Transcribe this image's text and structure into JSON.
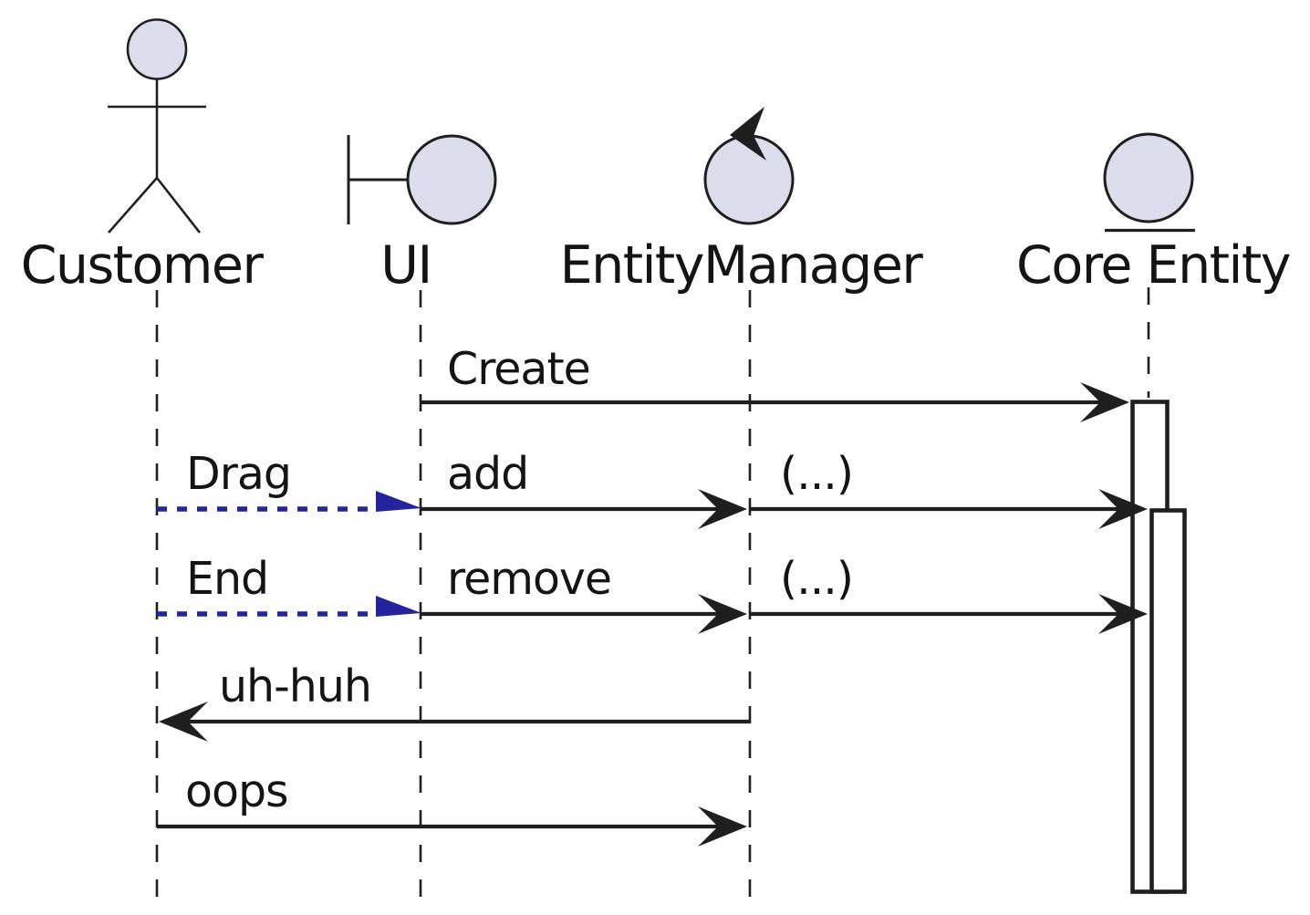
{
  "diagram": {
    "kind": "uml-sequence-diagram"
  },
  "participants": [
    {
      "name": "Customer",
      "icon": "actor-icon"
    },
    {
      "name": "UI",
      "icon": "boundary-icon"
    },
    {
      "name": "EntityManager",
      "icon": "control-icon"
    },
    {
      "name": "Core Entity",
      "icon": "entity-icon"
    }
  ],
  "messages": [
    {
      "label": "Create",
      "from": "UI",
      "to": "Core Entity",
      "style": "solid-black"
    },
    {
      "label": "Drag",
      "from": "Customer",
      "to": "UI",
      "style": "dotted-blue"
    },
    {
      "label": "add",
      "from": "UI",
      "to": "EntityManager",
      "style": "solid-black"
    },
    {
      "label": "(...)",
      "from": "EntityManager",
      "to": "Core Entity",
      "style": "solid-black"
    },
    {
      "label": "End",
      "from": "Customer",
      "to": "UI",
      "style": "dotted-blue"
    },
    {
      "label": "remove",
      "from": "UI",
      "to": "EntityManager",
      "style": "solid-black"
    },
    {
      "label": "(...)",
      "from": "EntityManager",
      "to": "Core Entity",
      "style": "solid-black"
    },
    {
      "label": "uh-huh",
      "from": "EntityManager",
      "to": "Customer",
      "style": "solid-black"
    },
    {
      "label": "oops",
      "from": "Customer",
      "to": "EntityManager",
      "style": "solid-black"
    }
  ],
  "colors": {
    "background": "#ffffff",
    "stroke": "#1f1f1f",
    "icon_fill": "#dcdcec",
    "blue_message": "#24249e"
  }
}
